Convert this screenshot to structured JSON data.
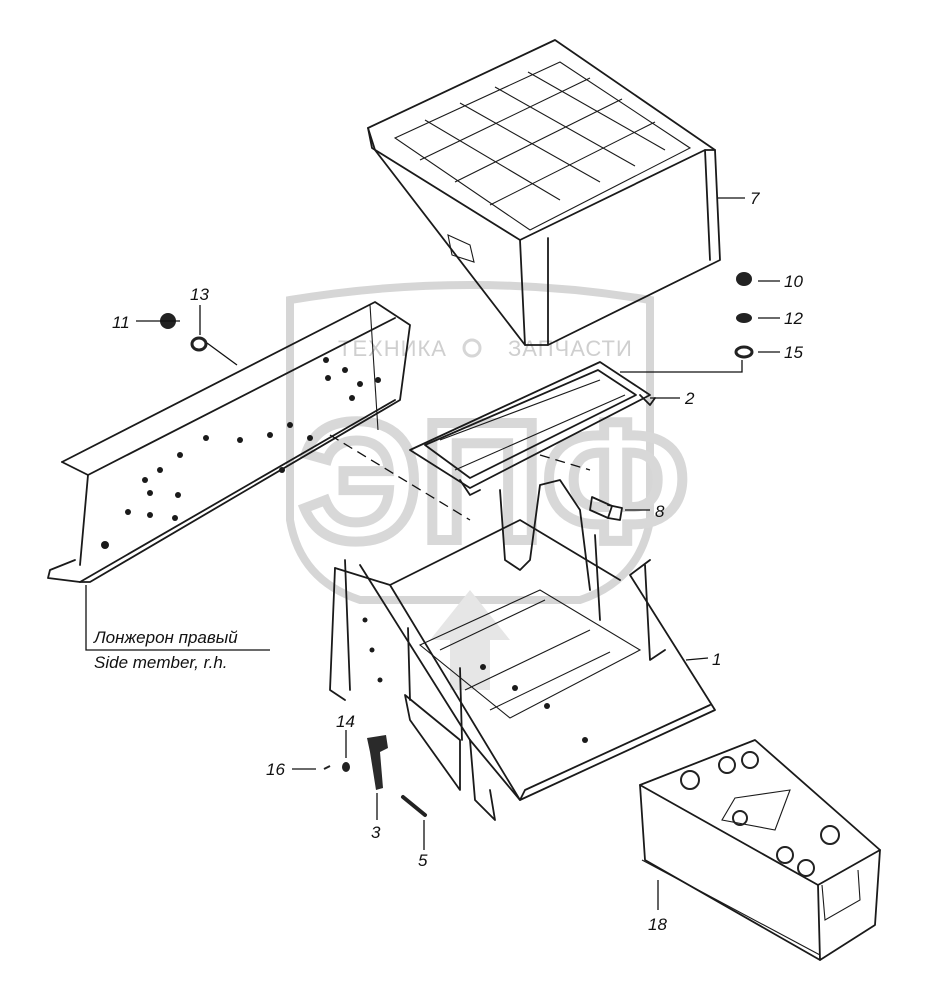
{
  "watermark": {
    "left_text": "ТЕХНИКА",
    "right_text": "ЗАПЧАСТИ",
    "logo_text": "ЭПФ"
  },
  "caption": {
    "line_ru": "Лонжерон правый",
    "line_en": "Side member, r.h."
  },
  "callouts": [
    {
      "id": "1",
      "text": "1"
    },
    {
      "id": "2",
      "text": "2"
    },
    {
      "id": "3",
      "text": "3"
    },
    {
      "id": "5",
      "text": "5"
    },
    {
      "id": "7",
      "text": "7"
    },
    {
      "id": "8",
      "text": "8"
    },
    {
      "id": "10",
      "text": "10"
    },
    {
      "id": "11",
      "text": "11"
    },
    {
      "id": "12",
      "text": "12"
    },
    {
      "id": "13",
      "text": "13"
    },
    {
      "id": "14",
      "text": "14"
    },
    {
      "id": "15",
      "text": "15"
    },
    {
      "id": "16",
      "text": "16"
    },
    {
      "id": "18",
      "text": "18"
    }
  ]
}
